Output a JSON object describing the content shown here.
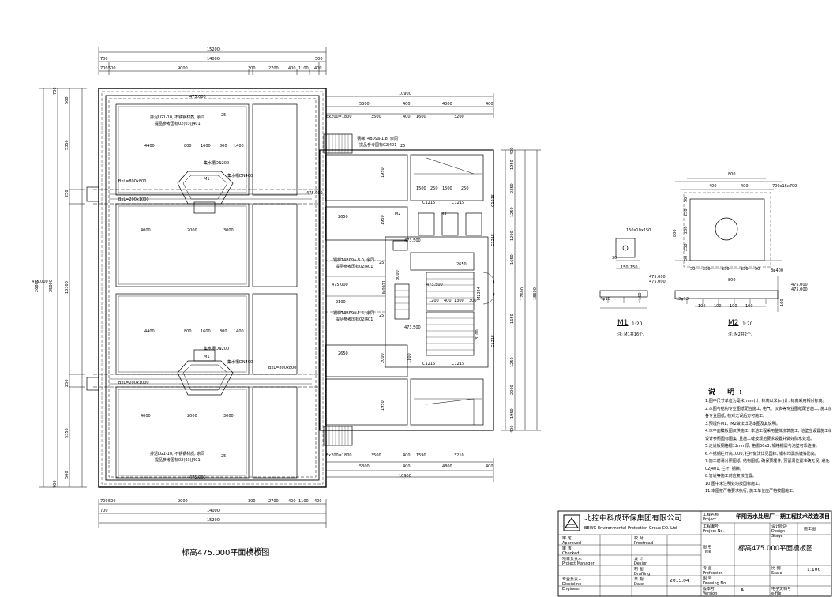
{
  "plan": {
    "title": "标高475.000平面模板图",
    "scale": "1:100",
    "dims_top": [
      "15200",
      "700",
      "14000",
      "500",
      "700",
      "500",
      "9000",
      "300",
      "2700",
      "400",
      "1100",
      "400"
    ],
    "dims_right_top": [
      "10900",
      "5300",
      "400",
      "4800",
      "400",
      "8x200=1800",
      "3500",
      "400",
      "1600",
      "3200"
    ],
    "dims_bottom": [
      "700",
      "500",
      "9000",
      "300",
      "2700",
      "400",
      "1100",
      "400",
      "14000",
      "700",
      "15200"
    ],
    "dims_right_bottom": [
      "8x200=1800",
      "3500",
      "400",
      "1590",
      "3210",
      "5300",
      "400",
      "4800",
      "400",
      "10900"
    ],
    "dims_left": [
      "26800",
      "25000",
      "13300",
      "5350",
      "5350",
      "700",
      "500",
      "700",
      "500",
      "250",
      "250"
    ],
    "dims_interior": [
      "4400",
      "800",
      "1600",
      "800",
      "1400",
      "4000",
      "2000",
      "3000",
      "4400",
      "800",
      "1600",
      "800",
      "1400",
      "4000",
      "2000",
      "3000"
    ],
    "dims_stair": [
      "1500",
      "250",
      "1500",
      "250",
      "2650",
      "2650",
      "2100",
      "1200",
      "400",
      "1300",
      "300",
      "2650",
      "1950",
      "1950",
      "1950",
      "3000",
      "1100",
      "2000",
      "3100"
    ],
    "dims_far_right": [
      "17600",
      "18600",
      "400",
      "1950",
      "2350",
      "1250",
      "1200",
      "1650",
      "1250",
      "2000",
      "1650",
      "1950",
      "400"
    ],
    "door_labels": [
      "C1215",
      "C1215",
      "C1215",
      "C1215",
      "C1215",
      "C1215",
      "C1215",
      "M2324",
      "M0921",
      "M2",
      "M3"
    ],
    "elevations": [
      "475.000",
      "475.000",
      "475.000",
      "473.500",
      "475.000",
      "473.500",
      "475.000",
      "475.000",
      "475.000",
      "473.500"
    ],
    "annotations": [
      "排泥LG1-10, 不锈钢材质, 余同",
      "提品参考国标02(03)J401",
      "钢梯T4B09a-1.8, 余同",
      "提品参考国标02J401",
      "钢梯T4B09a-3.0, 余同",
      "提品参考国标02J401",
      "钢梯T4B09a-1.5, 余同",
      "提品参考国标02J401",
      "排泥LG1-10, 不锈钢材质, 余同",
      "提品参考国标02(03)J401"
    ],
    "channel_labels": [
      "集水槽DN200",
      "集水槽DN400",
      "BxL=800x800",
      "BxL=200x1000",
      "集水槽DN200",
      "集水槽DN400",
      "BxL=800x800",
      "BxL=200x1000",
      "M1",
      "M1"
    ],
    "circle_labels": [
      "25",
      "25",
      "25",
      "25",
      "25"
    ]
  },
  "details": {
    "m1": {
      "title": "M1",
      "scale": "1:20",
      "note": "注: M1共16个。",
      "dims": [
        "150x10x150",
        "150",
        "30",
        "150",
        "160",
        "4φ10",
        "475.000"
      ]
    },
    "m2": {
      "title": "M2",
      "scale": "1:20",
      "note": "注: M2共2个。",
      "dims": [
        "800",
        "400",
        "400",
        "700x16x700",
        "50",
        "250",
        "250",
        "250",
        "50",
        "800",
        "50",
        "250",
        "250",
        "250",
        "50",
        "800",
        "8φ400",
        "12φ12",
        "100",
        "100",
        "100",
        "100",
        "160",
        "475.000"
      ]
    }
  },
  "notes": {
    "title": "说 明:",
    "lines": [
      "1.图中尺寸单位为毫米(mm)计, 标高以米(m)计, 标高采用相对标高。",
      "2.本图与结构专业图纸配合施工, 电气、仪表等专业图纸配合施工, 施工前应对",
      "各专业图纸, 核对无误后方可施工。",
      "3.预埋件M1、M2做法详见本图及其说明。",
      "4.本平面模板图仅供施工, 本池工程采用整体浇筑施工, 池壁应设置施工缝, 具体",
      "设计参照国标图集, 且施工缝按规范要求设置并做好防水处理。",
      "5.走道板钢格栅12mm厚, 格栅30x3, 钢格栅需与池壁可靠连接。",
      "6.不锈钢栏杆高1000, 栏杆做法详见国标, 钢材均需热镀锌防腐。",
      "7.施工前请对照图纸, 结构图纸, 确保预埋件, 预留洞位置准确无误, 避免",
      "02J401, 栏杆, 钢梯。",
      "8.管道等施工前应复核位置。",
      "10.图中未注明处均按国标施工。",
      "11.本图按严格要求执行, 施工单位应严格按图施工。"
    ]
  },
  "titleblock": {
    "company_cn": "北控中科成环保集团有限公司",
    "company_en": "BEWG Environmental Protection Group CO.,Ltd",
    "project_label": "工程名称\nProject",
    "project_name": "华阳污水处理厂一期工程技术改造项目",
    "project_no_label": "工程编号\nProject No.",
    "design_stage_label": "设计阶段\nDesign Stage",
    "design_stage": "施工图",
    "title_label": "图  名\nTitle",
    "drawing_title": "标高475.000平面模板图",
    "profession_label": "专  业\nProfession",
    "scale_label": "比  例\nScale",
    "scale": "1:100",
    "drawing_no_label": "图  号\nDrawing No.",
    "version_label": "版本号\nVersion",
    "version": "A",
    "file_label": "电子文档号\ne-file",
    "date_label": "日  期\nDate",
    "date": "2015.04",
    "approved": "审  定\nApproved",
    "checked": "审  核\nChecked",
    "project_manager": "项目负责人\nProject Manager",
    "discipline": "专业负责人\nDiscipline Engineer",
    "proofread": "校  对\nProofread",
    "design": "设  计\nDesign",
    "drafting": "制  图\nDrafting"
  }
}
